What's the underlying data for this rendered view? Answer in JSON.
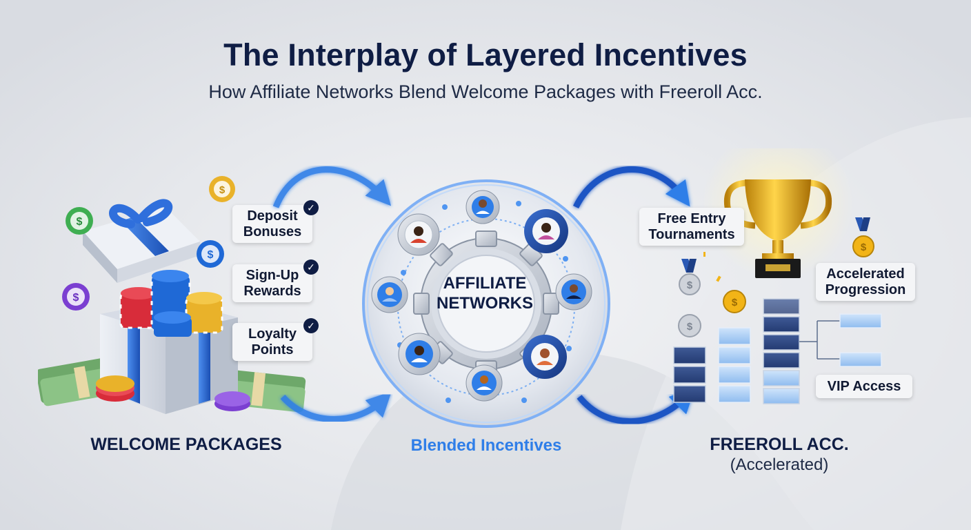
{
  "header": {
    "title": "The Interplay of Layered Incentives",
    "subtitle": "How Affiliate Networks Blend Welcome Packages with Freeroll Acc."
  },
  "welcome": {
    "label": "WELCOME PACKAGES",
    "items": [
      {
        "line1": "Deposit",
        "line2": "Bonuses"
      },
      {
        "line1": "Sign-Up",
        "line2": "Rewards"
      },
      {
        "line1": "Loyalty",
        "line2": "Points"
      }
    ],
    "chip_symbol": "$"
  },
  "hub": {
    "line1": "AFFILIATE",
    "line2": "NETWORKS",
    "caption": "Blended Incentives"
  },
  "freeroll": {
    "label": "FREEROLL ACC.",
    "sublabel": "(Accelerated)",
    "free_entry": {
      "line1": "Free Entry",
      "line2": "Tournaments"
    },
    "accelerated": {
      "line1": "Accelerated",
      "line2": "Progression"
    },
    "vip": "VIP Access",
    "medal_symbol": "$"
  },
  "colors": {
    "navy": "#0f1d44",
    "accent_blue": "#2f7ee8",
    "gold": "#f2b417"
  }
}
